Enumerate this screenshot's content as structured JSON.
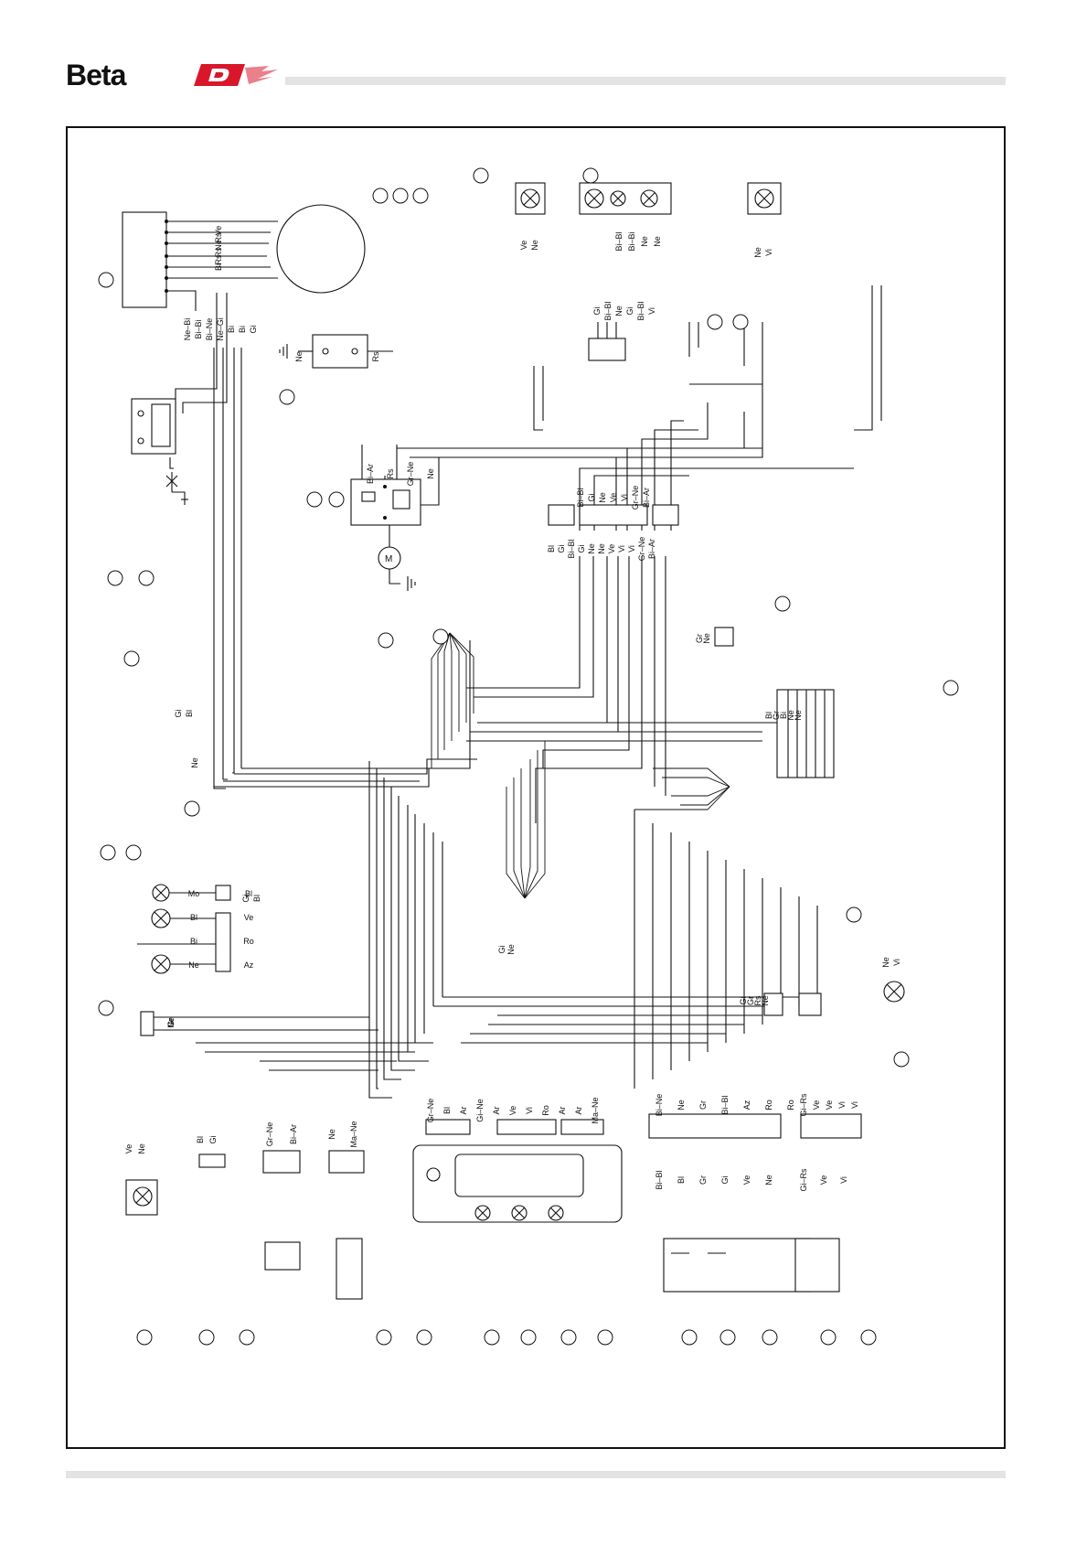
{
  "brand": {
    "logo_text": "Beta",
    "logo_color": "#111111",
    "badge_color": "#d8182a"
  },
  "diagram": {
    "background": "#ffffff",
    "wire_color": "#111111",
    "wire_codes": {
      "generator_leads": [
        "Ve",
        "Rs",
        "Ne",
        "Rs",
        "Rs",
        "Bi"
      ],
      "generator_block": [
        "Ne–Bi",
        "Bi–Bi",
        "Bi–Ne",
        "Ne–Gi",
        "Bi",
        "Bi",
        "Gi"
      ],
      "battery": [
        "Ne",
        "Rs"
      ],
      "starter_relay": [
        "Bi–Ar",
        "Rs",
        "Gr–Ne",
        "Ne"
      ],
      "central_connector_top": [
        "Bi–Bl",
        "Gi",
        "Ne",
        "Ve",
        "Vi",
        "Gr–Ne",
        "Bi–Ar"
      ],
      "central_connector_bottom": [
        "Bl",
        "Gi",
        "Bi–Bl",
        "Gi",
        "Ne",
        "Ne",
        "Ve",
        "Vi",
        "Vi",
        "Gr–Ne",
        "Bi–Ar"
      ],
      "headlight": [
        "Ve",
        "Ne"
      ],
      "front_light_group": [
        "Bi–Bl",
        "Bi–Bi",
        "Ne",
        "Ne"
      ],
      "rear_light": [
        "Ne",
        "Vi"
      ],
      "light_connector": [
        "Gi",
        "Bi–Bl",
        "Ne",
        "Gi",
        "Bi–Bl",
        "Vi"
      ],
      "horn": [
        "Gr",
        "Ne"
      ],
      "regulator": [
        "Bl",
        "Gr",
        "Bi",
        "Ne",
        "Ne"
      ],
      "brake_switch": [
        "Gi",
        "Bl"
      ],
      "ground": [
        "Ne"
      ],
      "indicator_lamps": [
        "Mo",
        "Bl",
        "Bl",
        "Ve",
        "Bi",
        "Ro",
        "Ne",
        "Az"
      ],
      "indicator_connector": [
        "Gi",
        "Bl"
      ],
      "horn_button": [
        "Gr",
        "Gr",
        "Ne"
      ],
      "ground_2": [
        "Gi",
        "Ne"
      ],
      "dashboard_connector": [
        "Gr–Ne",
        "Bl",
        "Ar",
        "Gi–Ne",
        "Ar",
        "Ve",
        "Vi",
        "Ro",
        "Ar",
        "Ar",
        "Ma–Ne"
      ],
      "left_switch_top": [
        "Bi–Ne",
        "Ne",
        "Gr",
        "Bi–Bl",
        "Az",
        "Ro",
        "Ro"
      ],
      "left_switch_bottom": [
        "Bi–Bl",
        "Bl",
        "Gr",
        "Gi",
        "Ve",
        "Ne"
      ],
      "right_switch_top": [
        "Gi–Rs",
        "Ve",
        "Ve",
        "Vi",
        "Vi"
      ],
      "right_switch_bottom": [
        "Gi–Rs",
        "Ve",
        "Vi"
      ],
      "turn_signal_rear": [
        "Ne",
        "Vi"
      ],
      "sensor": [
        "Gi",
        "Gr",
        "Rs",
        "Ne"
      ],
      "lamp_bottom_left": [
        "Ve",
        "Ne"
      ],
      "switch_connector_bottom": [
        "Bl",
        "Gi"
      ],
      "kill_switch": [
        "Gr–Ne",
        "Bi–Ar"
      ],
      "fuel_sender": [
        "Ne",
        "Ma–Ne"
      ]
    }
  }
}
